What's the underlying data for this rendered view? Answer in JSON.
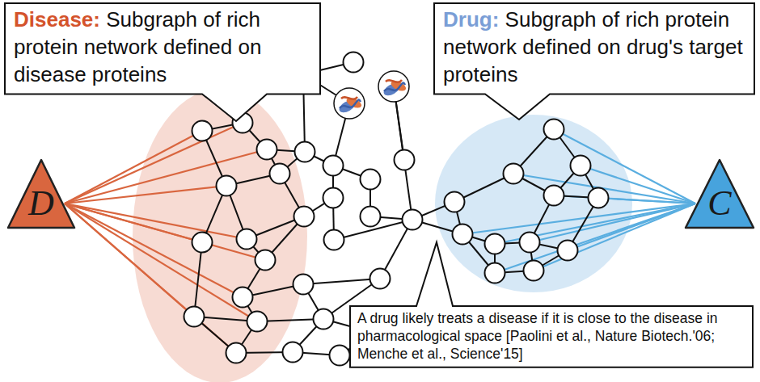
{
  "diagram": {
    "nodes": [
      {
        "text": [
          "Disease:",
          "Subgraph of rich protein network defined on disease proteins"
        ]
      },
      {
        "text": [
          "Drug:",
          "Subgraph of rich protein network defined on drug's target proteins"
        ]
      },
      {
        "text": [
          "D"
        ]
      },
      {
        "text": [
          "C"
        ]
      },
      {
        "text": [
          "A drug likely treats a disease if it is close to the disease in pharmacological space [Paolini et al., Nature Biotech.'06; Menche et al., Science'15]"
        ]
      }
    ]
  }
}
